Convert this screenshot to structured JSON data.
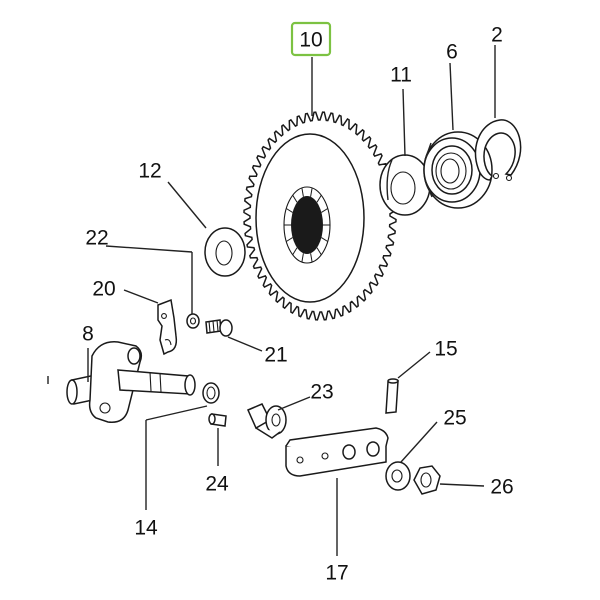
{
  "highlight_color": "#7cc242",
  "selected_callout": "10",
  "callouts": {
    "c10": "10",
    "c2": "2",
    "c6": "6",
    "c11": "11",
    "c12": "12",
    "c22": "22",
    "c20": "20",
    "c8": "8",
    "c21": "21",
    "c15": "15",
    "c23": "23",
    "c25": "25",
    "c26": "26",
    "c24": "24",
    "c14": "14",
    "c17": "17"
  }
}
